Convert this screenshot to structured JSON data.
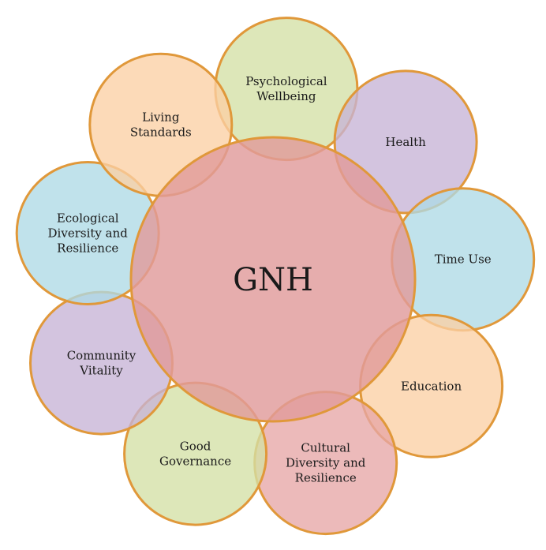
{
  "center": {
    "label": "GNH",
    "fill": "#e09b9b",
    "stroke": "#e0983a"
  },
  "domains": [
    {
      "key": "psychological-wellbeing",
      "lines": [
        "Psychological",
        "Wellbeing"
      ],
      "fill": "#d3e0a5"
    },
    {
      "key": "health",
      "lines": [
        "Health"
      ],
      "fill": "#c7b3d6"
    },
    {
      "key": "time-use",
      "lines": [
        "Time Use"
      ],
      "fill": "#aedae6"
    },
    {
      "key": "education",
      "lines": [
        "Education"
      ],
      "fill": "#fbcfa4"
    },
    {
      "key": "cultural-diversity-and-resilience",
      "lines": [
        "Cultural",
        "Diversity and",
        "Resilience"
      ],
      "fill": "#e7a7a6"
    },
    {
      "key": "good-governance",
      "lines": [
        "Good",
        "Governance"
      ],
      "fill": "#d3e0a5"
    },
    {
      "key": "community-vitality",
      "lines": [
        "Community",
        "Vitality"
      ],
      "fill": "#c7b3d6"
    },
    {
      "key": "ecological-diversity-and-resilience",
      "lines": [
        "Ecological",
        "Diversity and",
        "Resilience"
      ],
      "fill": "#aedae6"
    },
    {
      "key": "living-standards",
      "lines": [
        "Living",
        "Standards"
      ],
      "fill": "#fbcfa4"
    }
  ],
  "stroke_color": "#e0983a"
}
